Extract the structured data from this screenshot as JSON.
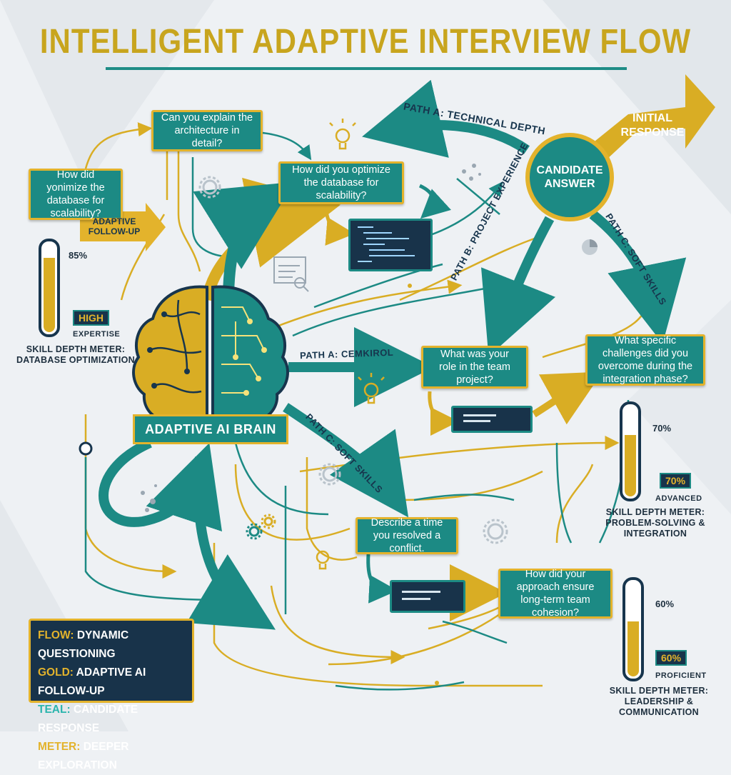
{
  "title": "INTELLIGENT ADAPTIVE INTERVIEW FLOW",
  "colors": {
    "gold": "#e3b32c",
    "teal": "#1c8a84",
    "navy": "#18334a",
    "background": "#eef1f4"
  },
  "hub": {
    "label": "CANDIDATE ANSWER"
  },
  "initial_response": "INITIAL RESPONSE",
  "brain": {
    "label": "ADAPTIVE AI BRAIN",
    "icon": "brain-circuit-icon"
  },
  "paths": {
    "technical_depth": "PATH A: TECHNICAL DEPTH",
    "project_experience": "PATH B: PROJECT EXPERIENCE",
    "soft_skills_hub": "PATH C: SOFT SKILLS",
    "a_brain": "PATH A: CEMKIROL",
    "c_brain": "PATH C: SOFT SKILLS"
  },
  "adaptive_follow_up": "ADAPTIVE FOLLOW-UP",
  "questions": {
    "q_architecture": "Can you explain the architecture in detail?",
    "q_optimize": "How did you optimize the database for scalability?",
    "q_left": "How did yonimize the database for scalability?",
    "q_role": "What was your role in the team project?",
    "q_challenges": "What specific challenges did you overcome during the integration phase?",
    "q_conflict": "Describe a time you resolved a conflict.",
    "q_cohesion": "How did your approach ensure long-term team cohesion?"
  },
  "meters": [
    {
      "percent": "85%",
      "level": 0.85,
      "tag": "HIGH",
      "rating": "EXPERTISE",
      "caption": "SKILL DEPTH METER: DATABASE OPTIMIZATION"
    },
    {
      "percent": "70%",
      "level": 0.7,
      "tag": "70%",
      "rating": "ADVANCED",
      "caption": "SKILL DEPTH METER: PROBLEM-SOLVING & INTEGRATION"
    },
    {
      "percent": "60%",
      "level": 0.6,
      "tag": "60%",
      "rating": "PROFICIENT",
      "caption": "SKILL DEPTH METER: LEADERSHIP & COMMUNICATION"
    }
  ],
  "legend": [
    {
      "key": "FLOW:",
      "value": "DYNAMIC QUESTIONING"
    },
    {
      "key": "GOLD:",
      "value": "ADAPTIVE AI FOLLOW-UP"
    },
    {
      "key": "TEAL:",
      "value": "CANDIDATE RESPONSE"
    },
    {
      "key": "METER:",
      "value": "DEEPER EXPLORATION"
    }
  ],
  "icons": [
    "lightbulb-icon",
    "gear-icon",
    "code-window-icon",
    "magnifier-document-icon",
    "pie-chart-icon",
    "network-dots-icon"
  ]
}
